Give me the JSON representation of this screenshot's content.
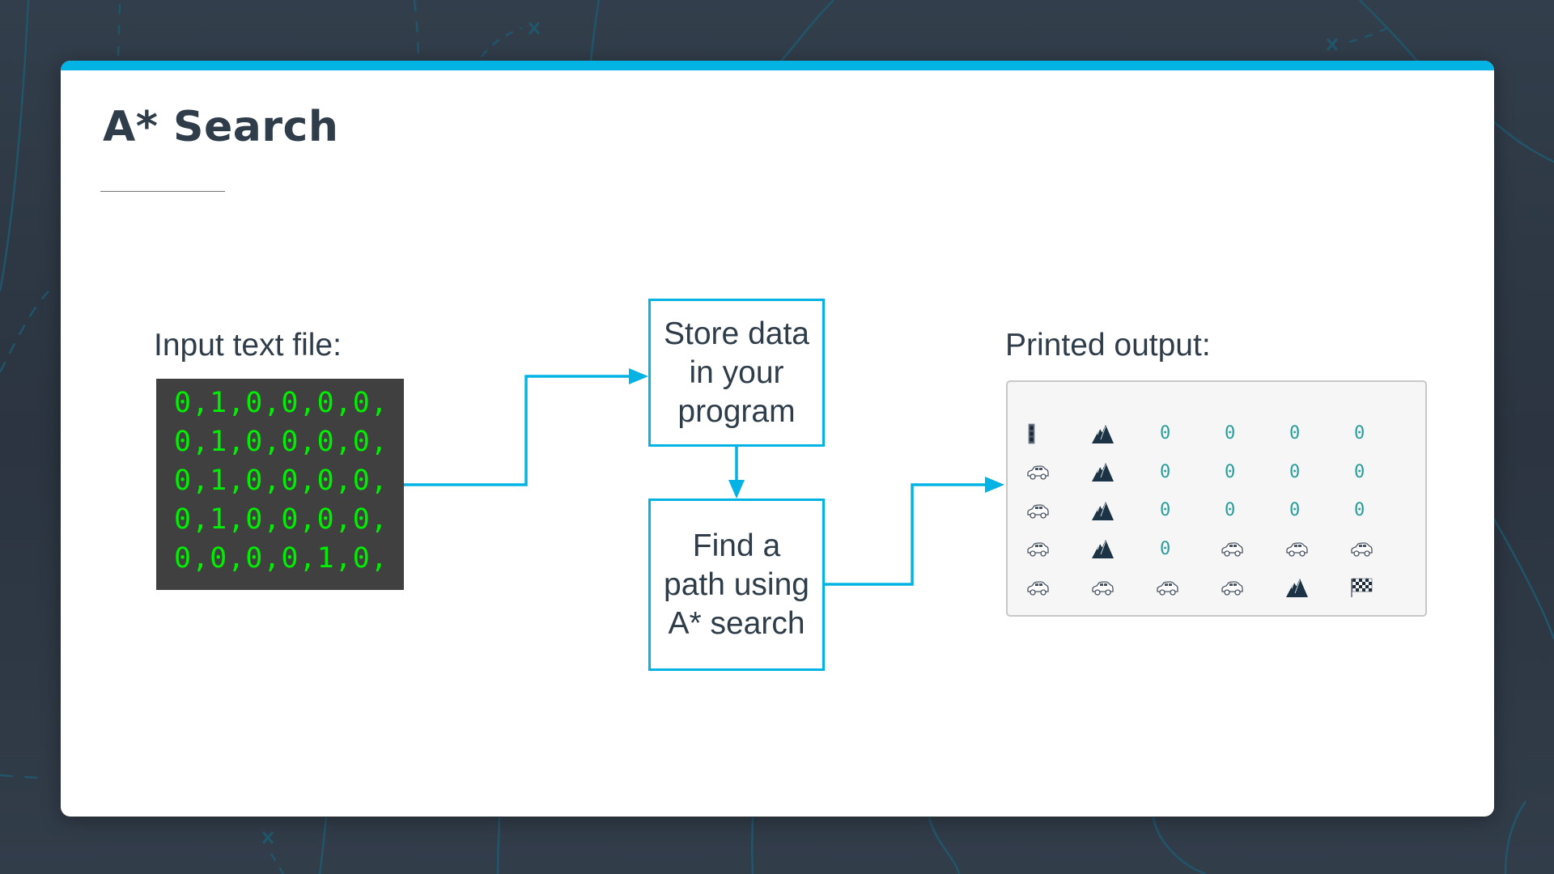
{
  "slide": {
    "title": "A* Search",
    "accent_color": "#02b3e4",
    "text_color": "#2e3d49"
  },
  "input": {
    "label": "Input text file:",
    "lines": [
      "0,1,0,0,0,0,",
      "0,1,0,0,0,0,",
      "0,1,0,0,0,0,",
      "0,1,0,0,0,0,",
      "0,0,0,0,1,0,"
    ],
    "text_color": "#00ee00",
    "background_color": "#404040"
  },
  "flow": {
    "steps": [
      {
        "label": "Store data\nin your\nprogram"
      },
      {
        "label": "Find a\npath using\nA* search"
      }
    ]
  },
  "output": {
    "label": "Printed output:",
    "legend": {
      "start": "traffic-light-icon",
      "obstacle": "mountain-icon",
      "path": "car-icon",
      "goal": "checkered-flag-icon",
      "empty": "0"
    },
    "grid": [
      [
        "start",
        "obstacle",
        "0",
        "0",
        "0",
        "0"
      ],
      [
        "path",
        "obstacle",
        "0",
        "0",
        "0",
        "0"
      ],
      [
        "path",
        "obstacle",
        "0",
        "0",
        "0",
        "0"
      ],
      [
        "path",
        "obstacle",
        "0",
        "path",
        "path",
        "path"
      ],
      [
        "path",
        "path",
        "path",
        "path",
        "obstacle",
        "goal"
      ]
    ]
  }
}
